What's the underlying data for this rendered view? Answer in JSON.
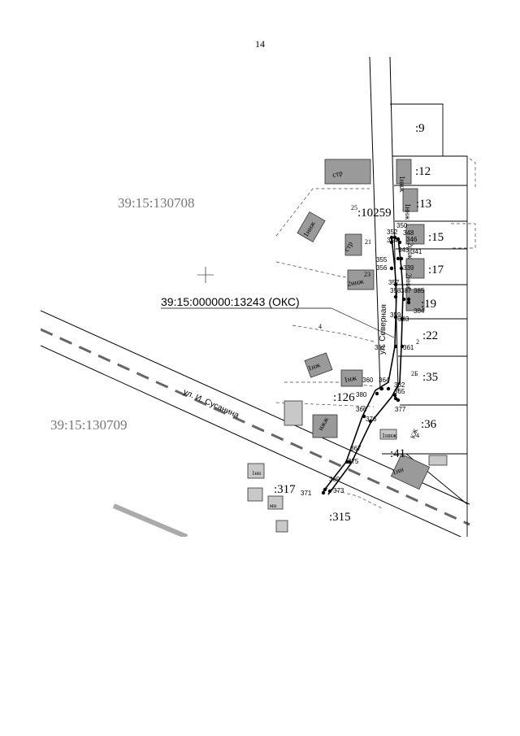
{
  "page_number": "14",
  "quarters": {
    "q1": "39:15:130708",
    "q2": "39:15:130709"
  },
  "object_label": "39:15:000000:13243 (ОКС)",
  "streets": {
    "severnaya": "ул. Северная",
    "susanina": "ул. И. Сусанина"
  },
  "parcel_labels": [
    ":9",
    ":12",
    ":13",
    ":10259",
    ":15",
    ":17",
    ":19",
    ":22",
    ":35",
    ":126",
    ":36",
    ":41",
    ":317",
    ":315"
  ],
  "building_labels": [
    "стр",
    "1ннж",
    "1ннж",
    "1ннж",
    "стр",
    "2ннж",
    "2ннж",
    "2ннж",
    "1нж",
    "1нж",
    "нжж",
    "КЖ",
    "1ннж",
    "1нн",
    "1нн",
    "мн"
  ],
  "house_numbers": [
    "25",
    "21",
    "23",
    "2Б",
    "4",
    "2",
    "4"
  ],
  "point_labels": [
    "350",
    "352",
    "348",
    "354",
    "346",
    "343",
    "341",
    "355",
    "339",
    "356",
    "357",
    "358",
    "387",
    "385",
    "384",
    "359",
    "383",
    "362",
    "361",
    "360",
    "364",
    "382",
    "380",
    "365",
    "377",
    "366",
    "376",
    "367",
    "375",
    "369",
    "373",
    "371"
  ],
  "colors": {
    "building": "#9a9a9a",
    "quarter_text": "#777777"
  }
}
